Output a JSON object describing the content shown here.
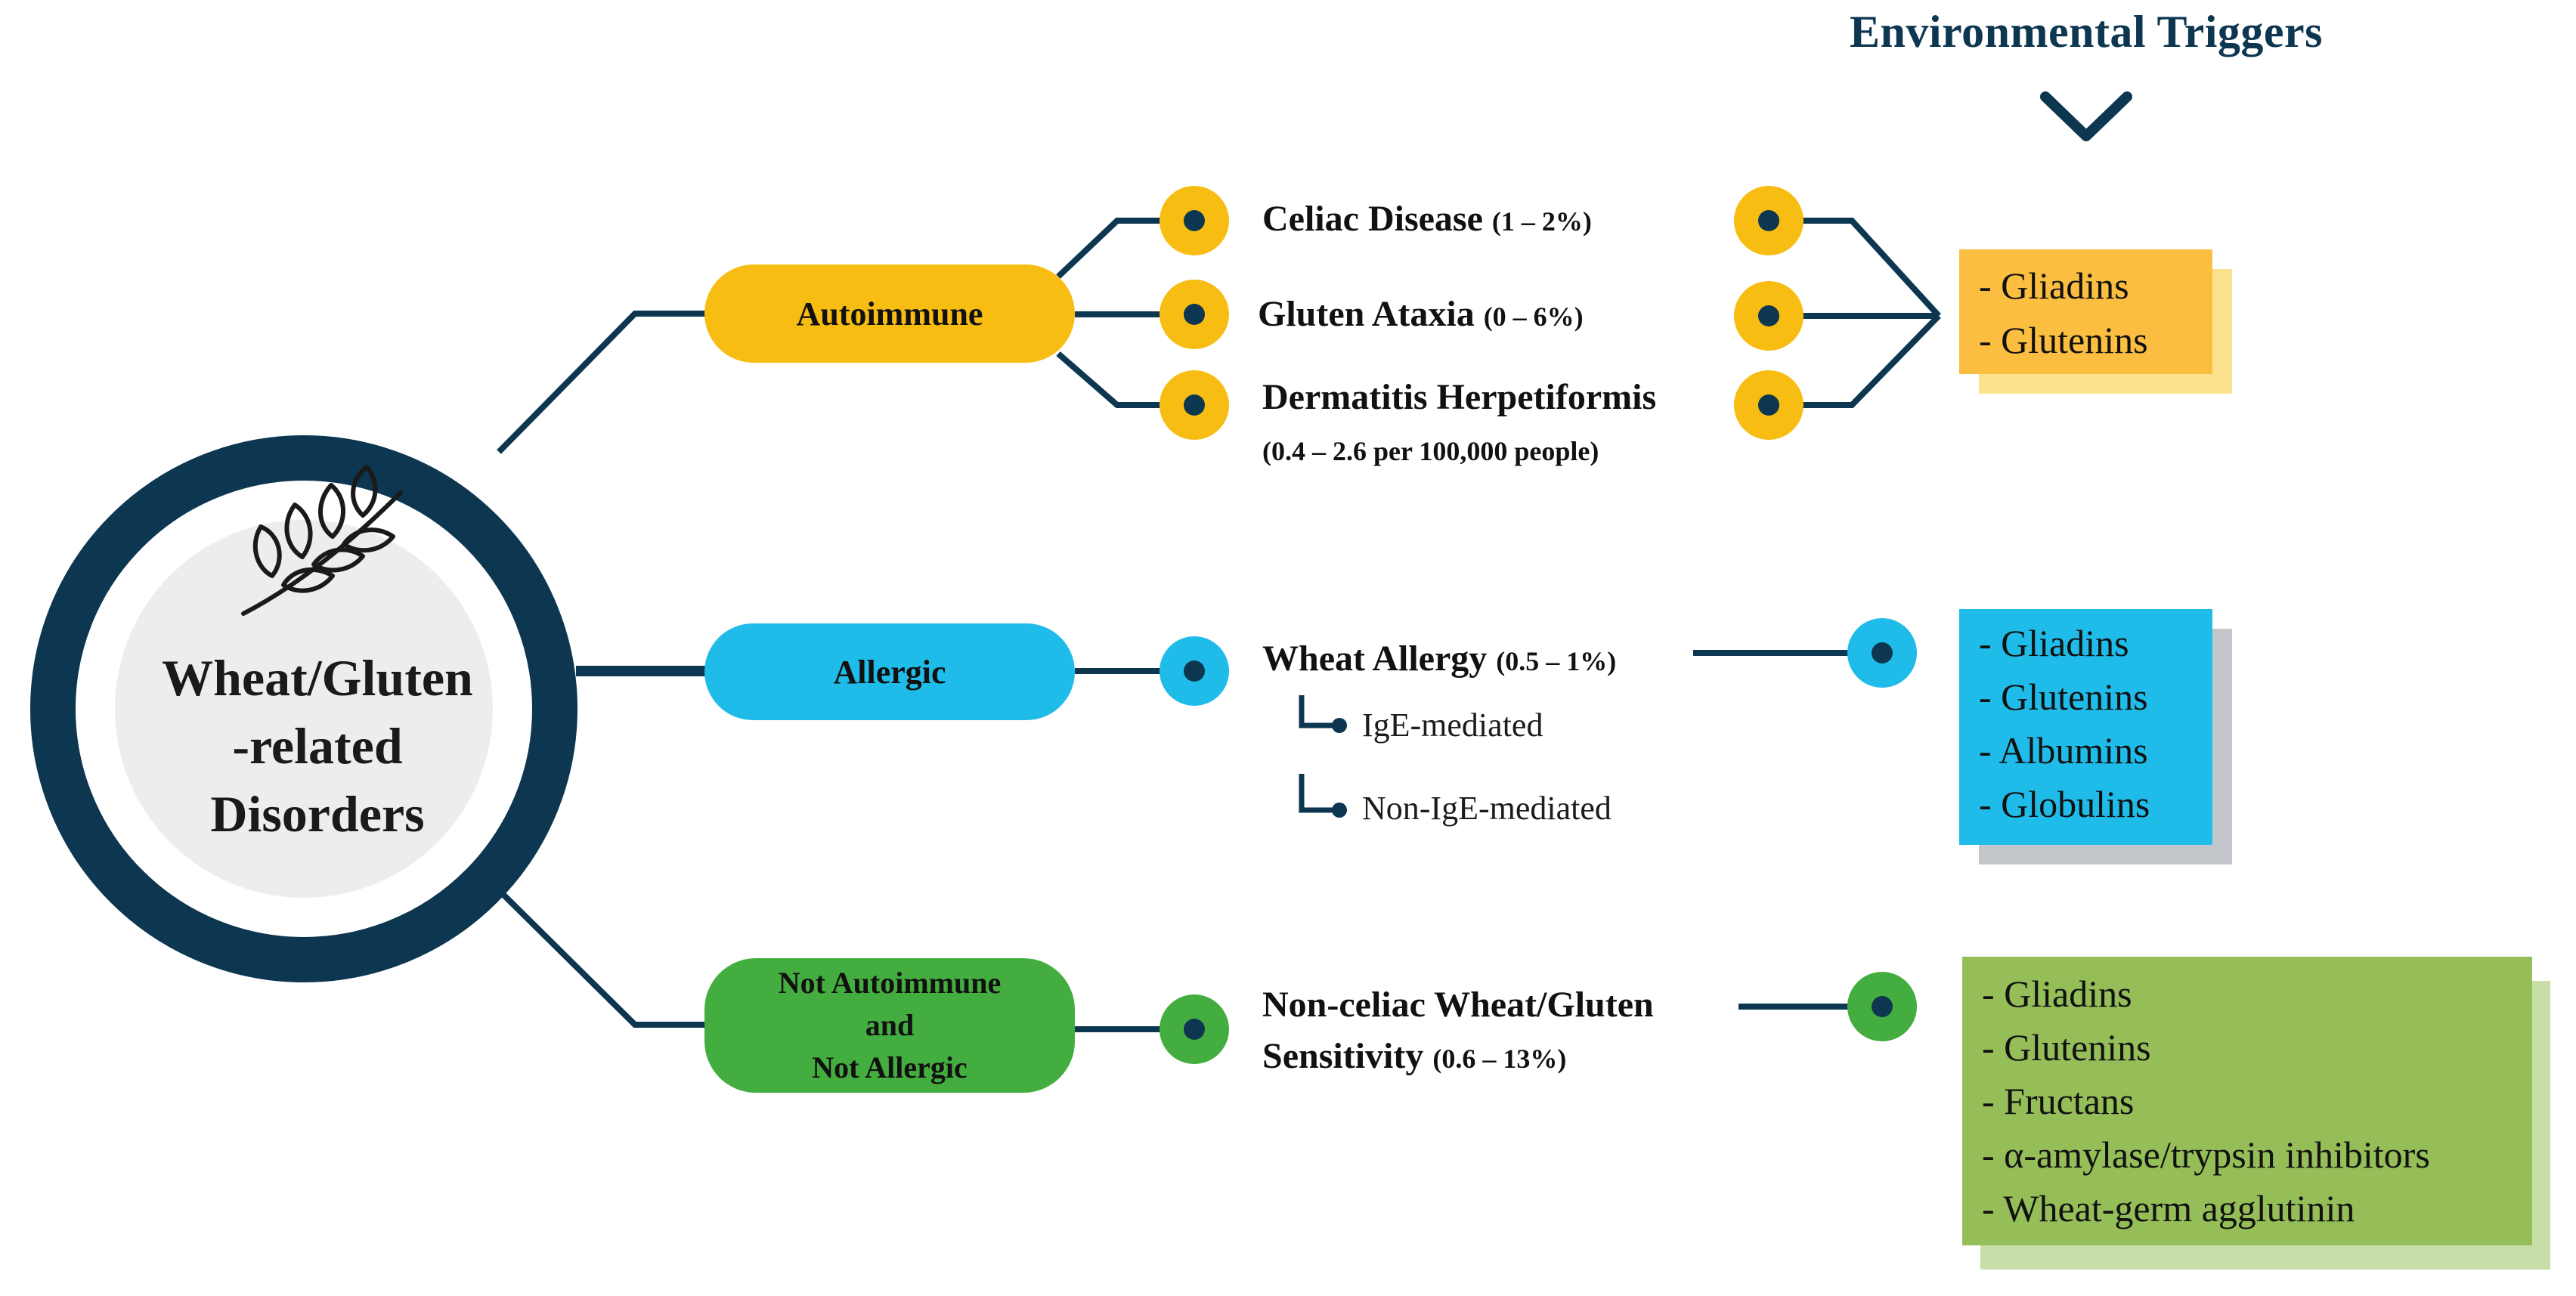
{
  "header": {
    "title": "Environmental Triggers"
  },
  "center": {
    "line1": "Wheat/Gluten",
    "line2": "-related",
    "line3": "Disorders"
  },
  "categories": {
    "autoimmune": {
      "label": "Autoimmune",
      "color": "#f8bd12"
    },
    "allergic": {
      "label": "Allergic",
      "color": "#1fbcea"
    },
    "not_autoimmune": {
      "line1": "Not Autoimmune",
      "line2": "and",
      "line3": "Not Allergic",
      "color": "#44ad3f"
    }
  },
  "disorders": {
    "celiac": {
      "name": "Celiac Disease",
      "prevalence": "(1 – 2%)"
    },
    "ataxia": {
      "name": "Gluten Ataxia",
      "prevalence": "(0 – 6%)"
    },
    "dermatitis": {
      "name": "Dermatitis Herpetiformis",
      "prevalence": "(0.4 – 2.6 per 100,000 people)"
    },
    "wheat_allergy": {
      "name": "Wheat Allergy",
      "prevalence": "(0.5 – 1%)",
      "sub1": "IgE-mediated",
      "sub2": "Non-IgE-mediated"
    },
    "ncgs": {
      "line1": "Non-celiac Wheat/Gluten",
      "line2": "Sensitivity",
      "prevalence": "(0.6 – 13%)"
    }
  },
  "triggers": {
    "autoimmune": [
      "- Gliadins",
      "- Glutenins"
    ],
    "allergic": [
      "- Gliadins",
      "- Glutenins",
      "- Albumins",
      "- Globulins"
    ],
    "not_autoimmune": [
      "- Gliadins",
      "- Glutenins",
      "- Fructans",
      "- α-amylase/trypsin inhibitors",
      "- Wheat-germ agglutinin"
    ]
  },
  "colors": {
    "navy": "#0d3650",
    "yellow": "#f8bd12",
    "blue": "#1fbcea",
    "green": "#44ad3f",
    "olive": "#95bd58"
  }
}
